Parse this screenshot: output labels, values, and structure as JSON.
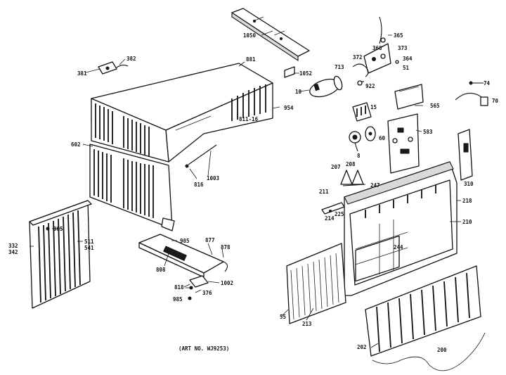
{
  "caption": "(ART NO. WJ9253)",
  "labels": {
    "l381": "381",
    "l382": "382",
    "l1050": "1050",
    "l881": "881",
    "l1052": "1052",
    "l365": "365",
    "l368": "368",
    "l373": "373",
    "l372": "372",
    "l364": "364",
    "l51": "51",
    "l713": "713",
    "l922": "922",
    "l10": "10",
    "l74": "74",
    "l70": "70",
    "l15": "15",
    "l565": "565",
    "l954": "954",
    "l811": "811-16",
    "l602": "602",
    "l8": "8",
    "l60": "60",
    "l583": "583",
    "l207": "207",
    "l208": "208",
    "l211": "211",
    "l247": "247",
    "l816": "816",
    "l1003": "1003",
    "l310": "310",
    "l218": "218",
    "l225": "225",
    "l214": "214",
    "l210": "210",
    "l332": "332",
    "l342": "342",
    "l985a": "985",
    "l511": "511",
    "l541": "541",
    "l985b": "985",
    "l877": "877",
    "l878": "878",
    "l808": "808",
    "l1002": "1002",
    "l818": "818",
    "l376": "376",
    "l985c": "985",
    "l244": "244",
    "l55": "55",
    "l213": "213",
    "l202": "202",
    "l200": "200"
  }
}
